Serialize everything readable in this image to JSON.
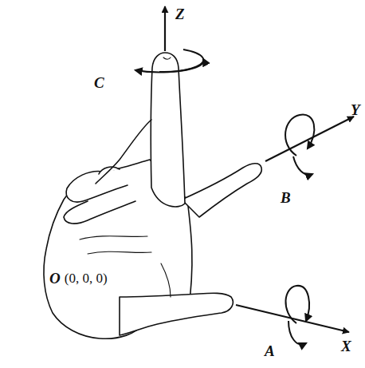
{
  "diagram": {
    "labels": [
      "Z",
      "Y",
      "X",
      "A",
      "B",
      "C",
      "O",
      "(0, 0, 0)"
    ]
  }
}
